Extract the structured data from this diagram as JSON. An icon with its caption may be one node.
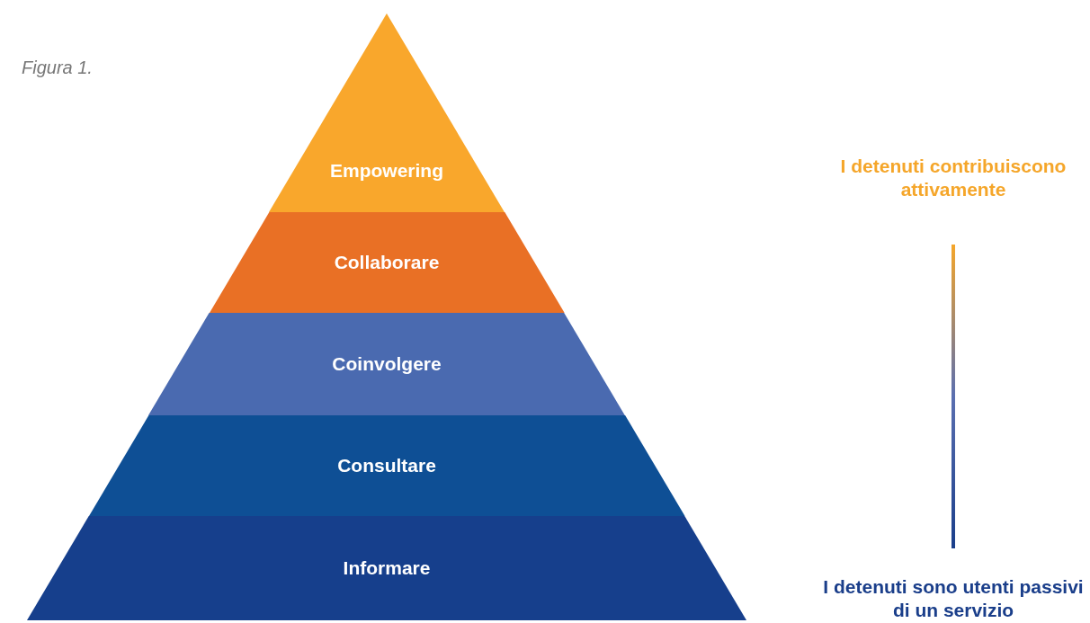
{
  "diagram": {
    "caption": "Figura 1.",
    "nodes": [
      {
        "text": [
          "Empowering"
        ]
      },
      {
        "text": [
          "Collaborare"
        ]
      },
      {
        "text": [
          "Coinvolgere"
        ]
      },
      {
        "text": [
          "Consultare"
        ]
      },
      {
        "text": [
          "Informare"
        ]
      }
    ],
    "labels": [
      "I detenuti contribuiscono attivamente",
      "I detenuti sono utenti passivi di un servizio"
    ]
  }
}
